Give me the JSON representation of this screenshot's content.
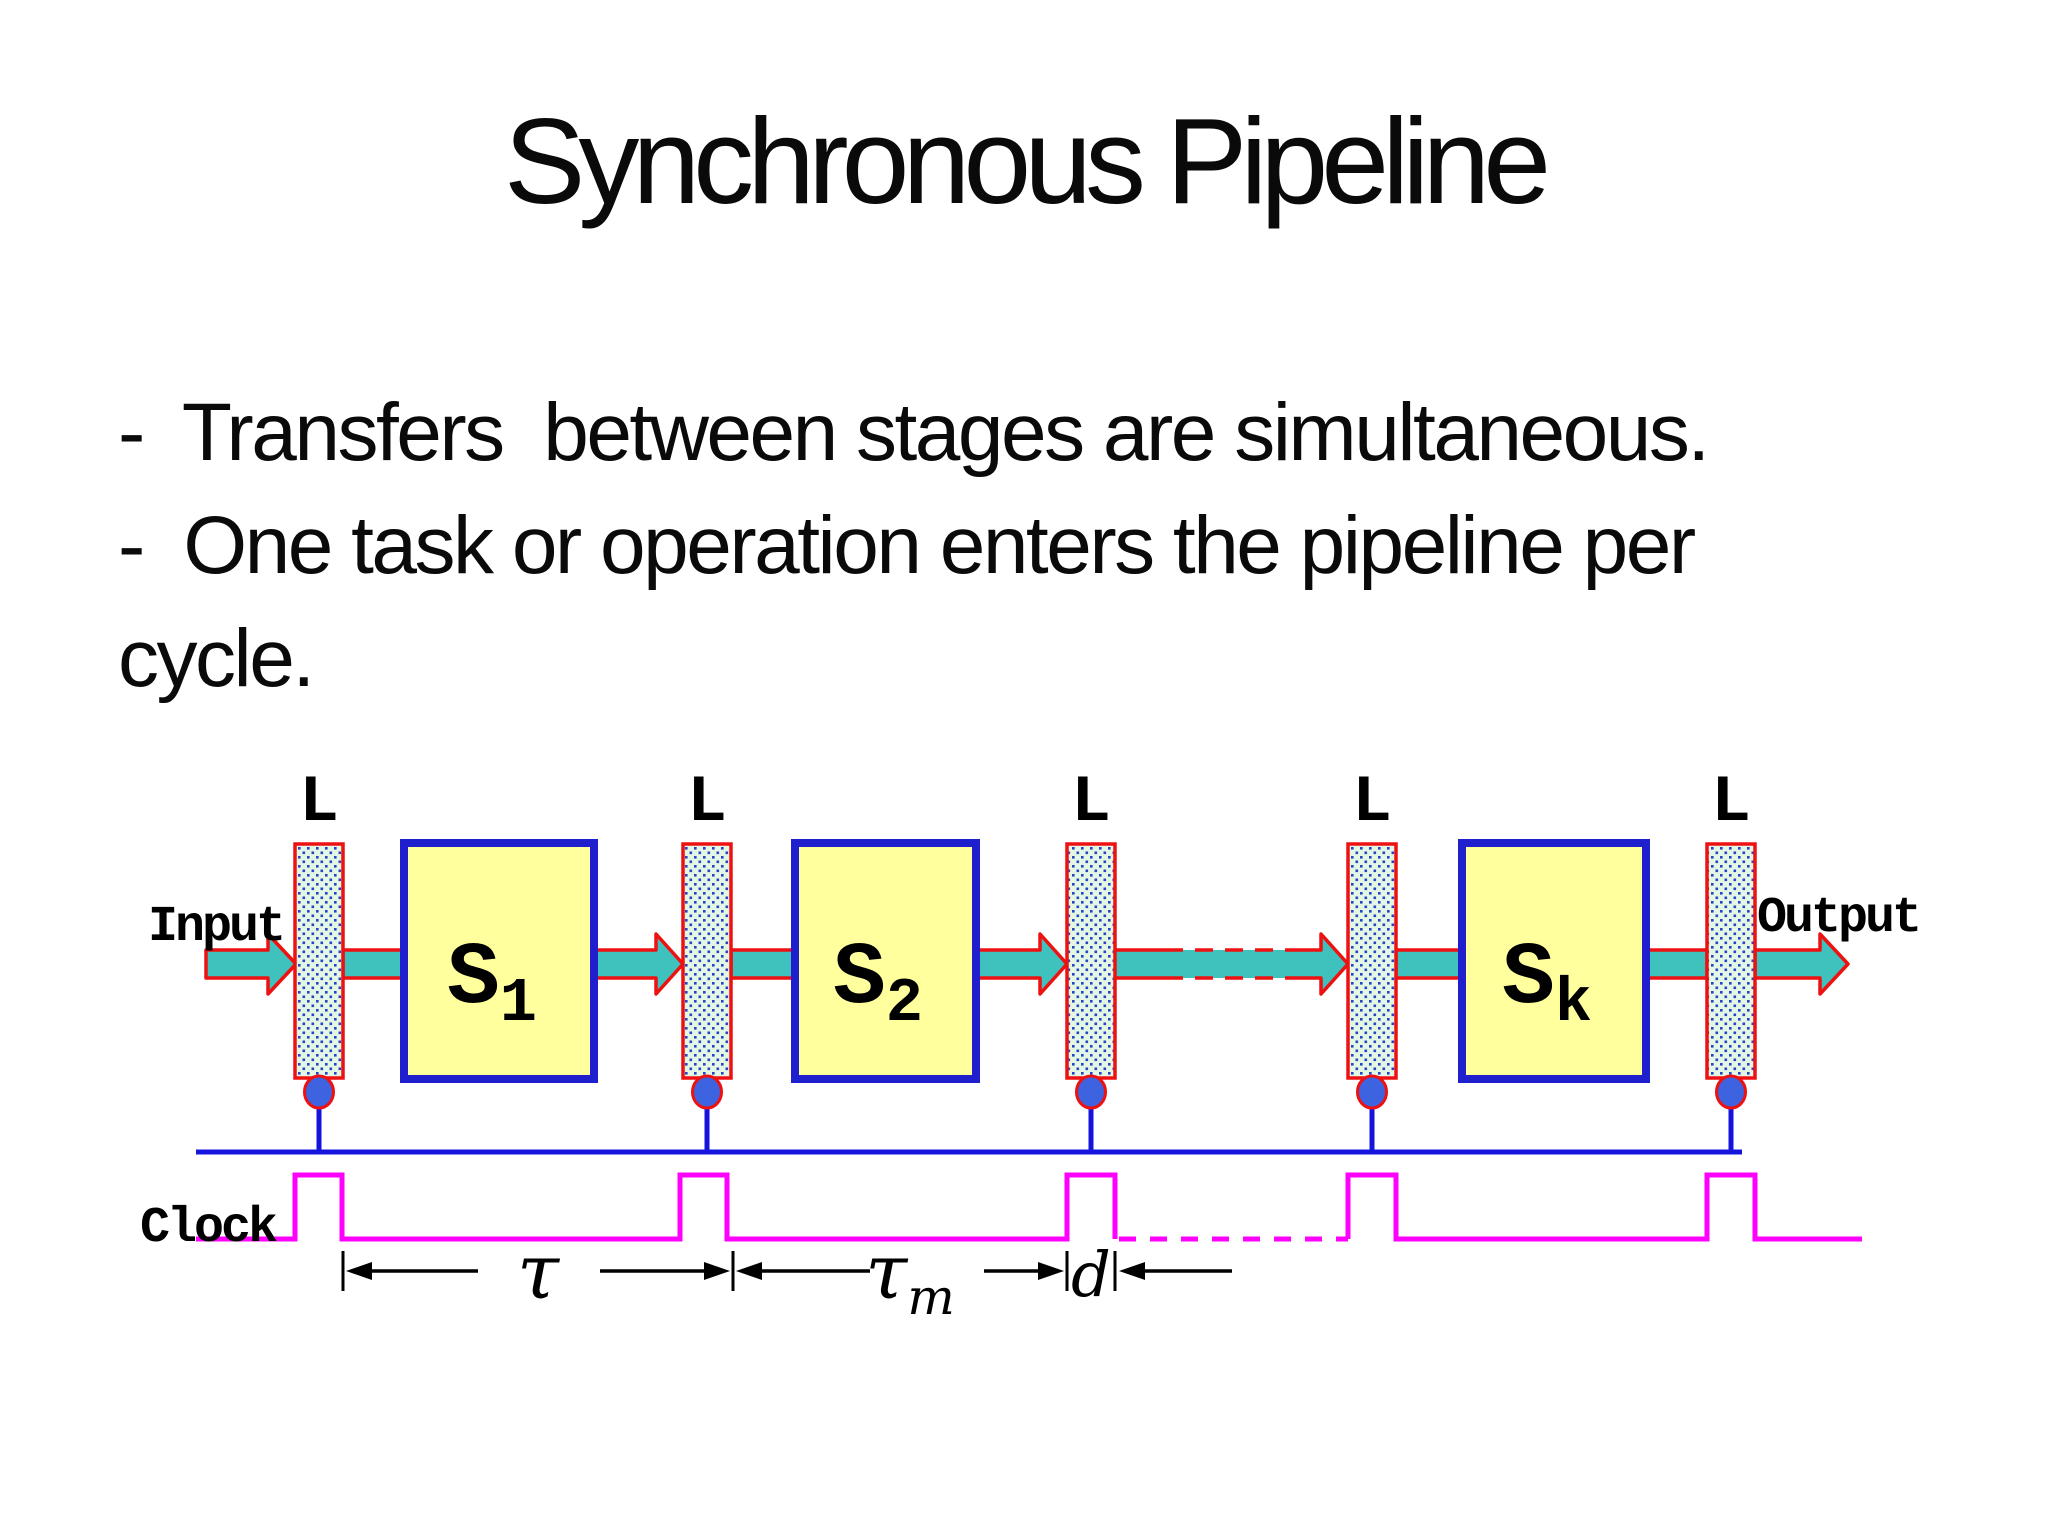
{
  "slide": {
    "title": "Synchronous Pipeline"
  },
  "bullets": {
    "line1": "-  Transfers  between stages are simultaneous.",
    "line2": "-  One task or operation enters the pipeline per",
    "line3": "cycle."
  },
  "diagram": {
    "labels": {
      "input": "Input",
      "output": "Output",
      "clock": "Clock"
    },
    "latch_labels": [
      "L",
      "L",
      "L",
      "L",
      "L"
    ],
    "stages": [
      {
        "name": "S",
        "sub": "1"
      },
      {
        "name": "S",
        "sub": "2"
      },
      {
        "name": "S",
        "sub": "k"
      }
    ],
    "timing": {
      "tau": "τ",
      "tau_m_base": "τ",
      "tau_m_sub": "m",
      "d": "d"
    },
    "colors": {
      "arrow_fill": "#3FC2BD",
      "arrow_outline": "#EE1111",
      "stage_fill": "#FFFF9E",
      "stage_border": "#1F1FCE",
      "latch_fill": "#E4F6E4",
      "latch_dot": "#2743C9",
      "latch_border": "#EE1111",
      "clock_wave": "#FF00FF",
      "clock_bus": "#1414DD",
      "tap_dot_fill": "#3E63E0",
      "text": "#000000"
    }
  }
}
